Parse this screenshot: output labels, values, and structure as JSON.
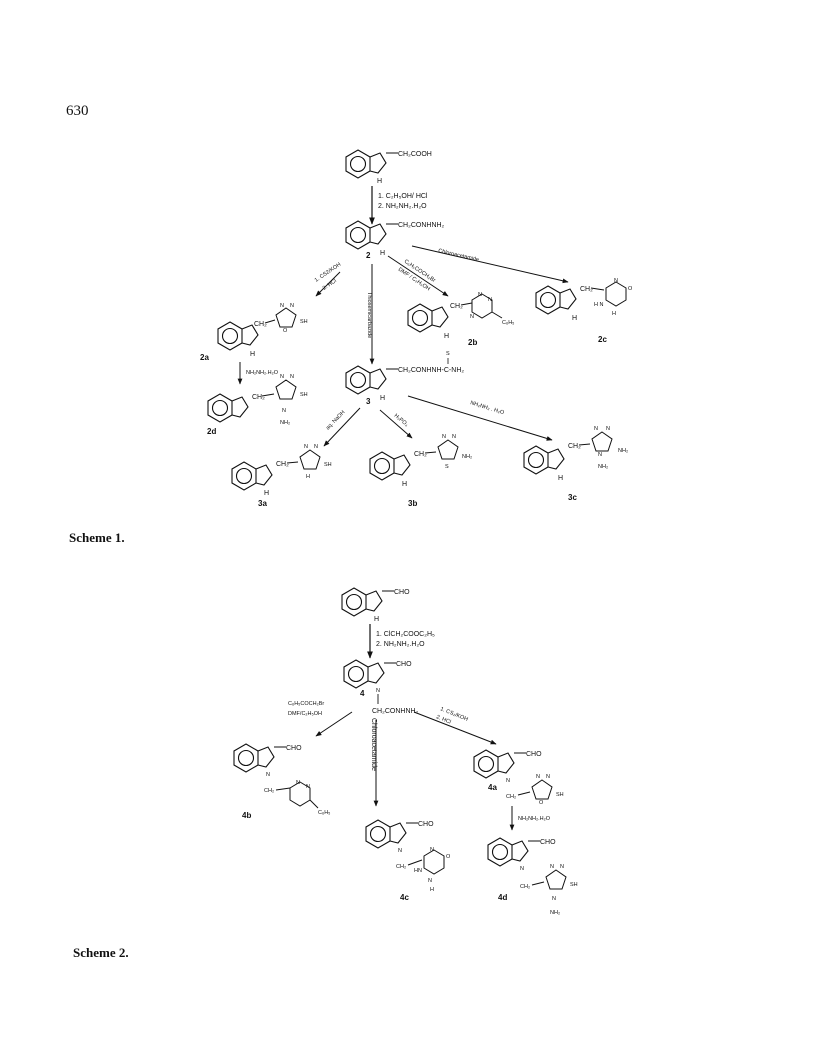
{
  "page_number": "630",
  "scheme1": {
    "caption": "Scheme 1.",
    "start_group": "CH₂COOH",
    "step1_reagents": [
      "1. C₂H₅OH/ HCl",
      "2. NH₂NH₂.H₂O"
    ],
    "c2_group": "CH₂CONHNH₂",
    "c2_label": "2",
    "r_cs2": [
      "1. CS2/KOH",
      "2. HCl"
    ],
    "r_phacyl": [
      "C₆H₅COCH₂Br",
      "DMF / C₂H₅OH"
    ],
    "r_chloroacetamide": "Chloroacetamide",
    "r_thiosemicarbazide": "Thiosemicarbazide",
    "c3_group": "CH₂CONHNH-C-NH₂",
    "c3_s": "S",
    "c3_label": "3",
    "r_hydrazine_3c": "NH₂NH₂ . H₂O",
    "r_naoh": "aq. NaOH",
    "r_h3po4": "H₃PO₄",
    "r_hydrazine_2d": "NH₂NH₂.H₂O",
    "labels": {
      "c2a": "2a",
      "c2b": "2b",
      "c2c": "2c",
      "c2d": "2d",
      "c3a": "3a",
      "c3b": "3b",
      "c3c": "3c"
    },
    "atoms": {
      "ch2": "CH₂",
      "n": "N",
      "o": "O",
      "s": "S",
      "sh": "SH",
      "nh": "H",
      "nh2": "NH₂",
      "c6h5": "C₆H₅",
      "hn": "HN",
      "hnn": "H N"
    }
  },
  "scheme2": {
    "caption": "Scheme 2.",
    "start_group": "CHO",
    "step1_reagents": [
      "1. ClCH₂COOC₂H₅",
      "2. NH₂NH₂.H₂O"
    ],
    "c4_label": "4",
    "c4_group": "CH₂CONHNH₂",
    "r_phacyl": [
      "C₆H₅COCH₂Br",
      "DMF/C₂H₅OH"
    ],
    "r_chloroacetamide": "Chloroacetamide",
    "r_cs2": [
      "1. CS₂/KOH",
      "2. HCl"
    ],
    "r_hydrazine": "NH₂NH₂.H₂O",
    "labels": {
      "c4a": "4a",
      "c4b": "4b",
      "c4c": "4c",
      "c4d": "4d"
    }
  }
}
